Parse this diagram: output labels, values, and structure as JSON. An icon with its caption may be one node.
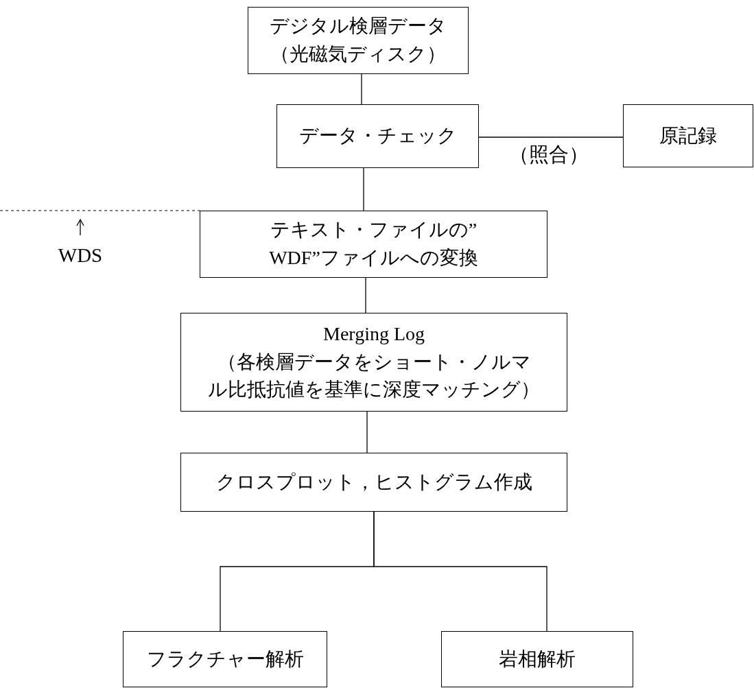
{
  "diagram": {
    "nodes": [
      {
        "text": [
          "デジタル検層データ",
          "（光磁気ディスク）"
        ]
      },
      {
        "text": [
          "データ・チェック"
        ]
      },
      {
        "text": [
          "原記録"
        ]
      },
      {
        "text": [
          "テキスト・ファイルの”WDF”ファイルへの変換"
        ]
      },
      {
        "text": [
          "Merging Log",
          "（各検層データをショート・ノルマル比抵抗値を基準に深度マッチング）"
        ]
      },
      {
        "text": [
          "クロスプロット，ヒストグラム作成"
        ]
      },
      {
        "text": [
          "フラクチャー解析"
        ]
      },
      {
        "text": [
          "岩相解析"
        ]
      }
    ],
    "edges": [
      {
        "from": 0,
        "to": 1,
        "arrow": "none"
      },
      {
        "from": 1,
        "to": 2,
        "arrow": "none",
        "label": "（照合）"
      },
      {
        "from": 1,
        "to": 3,
        "arrow": "none"
      },
      {
        "from": 3,
        "to": 4,
        "arrow": "none"
      },
      {
        "from": 4,
        "to": 5,
        "arrow": "none"
      },
      {
        "from": 5,
        "to": 6,
        "arrow": "none"
      },
      {
        "from": 5,
        "to": 7,
        "arrow": "none"
      }
    ],
    "labels": [
      "WDS"
    ]
  }
}
